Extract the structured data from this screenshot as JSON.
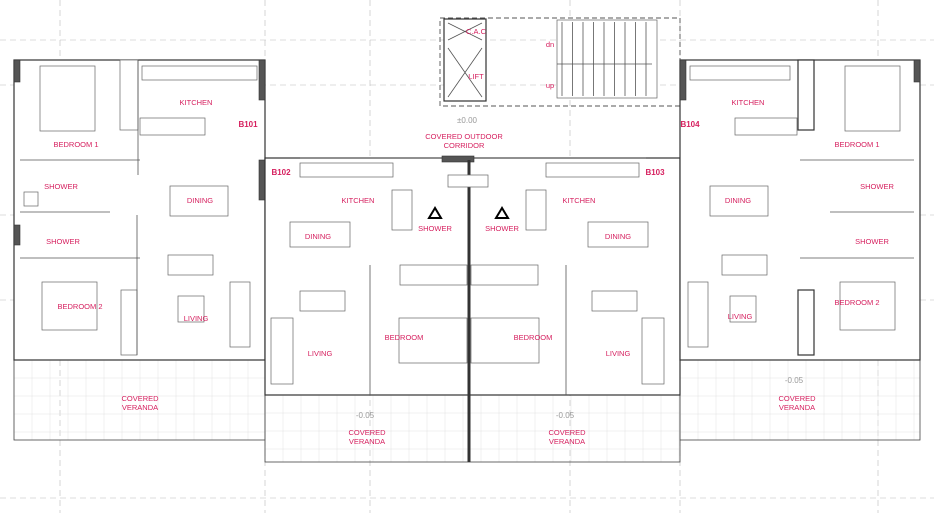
{
  "plan": {
    "core": {
      "cac": "C.A.C",
      "lift": "LIFT",
      "stair_dn": "dn",
      "stair_up": "up",
      "corridor_level": "±0.00",
      "corridor_line1": "COVERED OUTDOOR",
      "corridor_line2": "CORRIDOR"
    },
    "unit_b101": {
      "id": "B101",
      "kitchen": "KITCHEN",
      "bedroom1": "BEDROOM 1",
      "shower1": "SHOWER",
      "dining": "DINING",
      "shower2": "SHOWER",
      "bedroom2": "BEDROOM 2",
      "living": "LIVING",
      "veranda_line1": "COVERED",
      "veranda_line2": "VERANDA"
    },
    "unit_b102": {
      "id": "B102",
      "kitchen": "KITCHEN",
      "dining": "DINING",
      "shower": "SHOWER",
      "bedroom": "BEDROOM",
      "living": "LIVING",
      "veranda_level": "-0.05",
      "veranda_line1": "COVERED",
      "veranda_line2": "VERANDA"
    },
    "unit_b103": {
      "id": "B103",
      "kitchen": "KITCHEN",
      "dining": "DINING",
      "shower": "SHOWER",
      "bedroom": "BEDROOM",
      "living": "LIVING",
      "veranda_level": "-0.05",
      "veranda_line1": "COVERED",
      "veranda_line2": "VERANDA"
    },
    "unit_b104": {
      "id": "B104",
      "kitchen": "KITCHEN",
      "bedroom1": "BEDROOM 1",
      "shower1": "SHOWER",
      "dining": "DINING",
      "shower2": "SHOWER",
      "bedroom2": "BEDROOM 2",
      "living": "LIVING",
      "veranda_level": "-0.05",
      "veranda_line1": "COVERED",
      "veranda_line2": "VERANDA"
    },
    "colors": {
      "label": "#d6205f",
      "wall": "#333333"
    }
  }
}
